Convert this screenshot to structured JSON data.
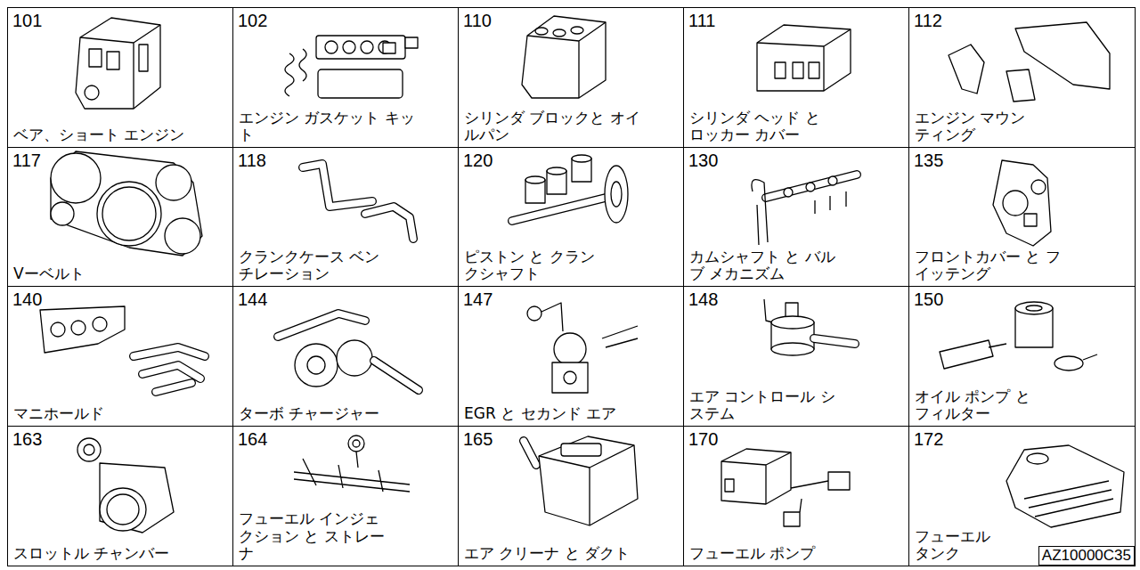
{
  "diagram": {
    "nodes": [
      {
        "text": [
          "101",
          "ベア、ショート エンジン"
        ]
      },
      {
        "text": [
          "102",
          "エンジン ガスケット キット"
        ]
      },
      {
        "text": [
          "110",
          "シリンダ ブロックと オイルパン"
        ]
      },
      {
        "text": [
          "111",
          "シリンダ ヘッド と ロッカー カバー"
        ]
      },
      {
        "text": [
          "112",
          "エンジン マウンティング"
        ]
      },
      {
        "text": [
          "117",
          "Vーベルト"
        ]
      },
      {
        "text": [
          "118",
          "クランクケース ベンチレーション"
        ]
      },
      {
        "text": [
          "120",
          "ピストン と クランクシャフト"
        ]
      },
      {
        "text": [
          "130",
          "カムシャフト と バルブ メカニズム"
        ]
      },
      {
        "text": [
          "135",
          "フロントカバー と フイッテング"
        ]
      },
      {
        "text": [
          "140",
          "マニホールド"
        ]
      },
      {
        "text": [
          "144",
          "ターボ チャージャー"
        ]
      },
      {
        "text": [
          "147",
          "EGR と セカンド エア"
        ]
      },
      {
        "text": [
          "148",
          "エア コントロール システム"
        ]
      },
      {
        "text": [
          "150",
          "オイル ポンプ と フィルター"
        ]
      },
      {
        "text": [
          "163",
          "スロットル チャンバー"
        ]
      },
      {
        "text": [
          "164",
          "フューエル インジェクション と ストレーナ"
        ]
      },
      {
        "text": [
          "165",
          "エア クリーナ と ダクト"
        ]
      },
      {
        "text": [
          "170",
          "フューエル ポンプ"
        ]
      },
      {
        "text": [
          "172",
          "フューエル タンク"
        ]
      }
    ],
    "labels": [
      "AZ10000C35"
    ]
  }
}
